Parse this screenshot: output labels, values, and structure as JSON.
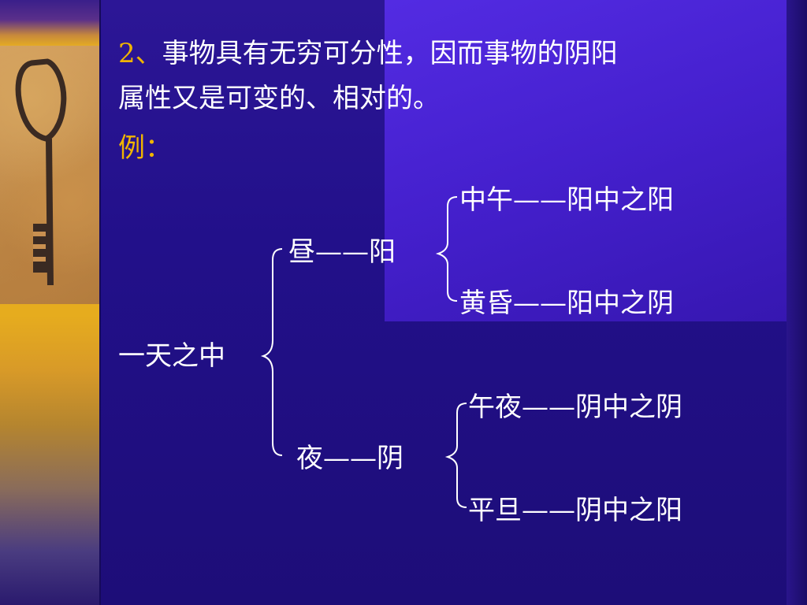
{
  "heading": {
    "number": "2、",
    "line1_text": "事物具有无穷可分性，因而事物的阴阳",
    "line2_text": "属性又是可变的、相对的。"
  },
  "example_label": "例：",
  "tree": {
    "root": "一天之中",
    "branches": [
      {
        "label": "昼——阳",
        "children": [
          "中午——阳中之阳",
          "黄昏——阳中之阴"
        ]
      },
      {
        "label": "夜——阴",
        "children": [
          "午夜——阴中之阴",
          "平旦——阴中之阳"
        ]
      }
    ]
  },
  "colors": {
    "accent_gold": "#f0b400",
    "text": "#ffffff",
    "background": "#1e0e78"
  },
  "icons": {
    "left_image": "key-image",
    "bracket": "curly-brace-icon"
  }
}
